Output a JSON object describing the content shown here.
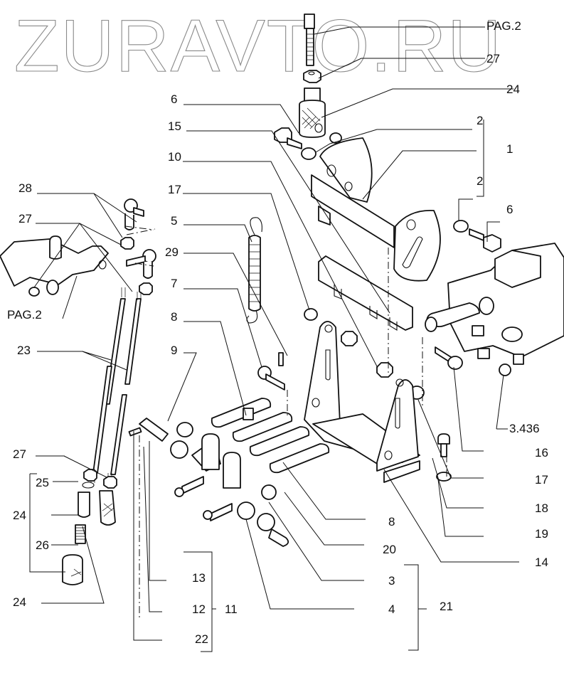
{
  "watermark": {
    "text": "ZURAVTO.RU",
    "color": "#8a8a8a"
  },
  "diagram": {
    "title": "Exploded parts view",
    "line_color": "#111111",
    "background": "#ffffff",
    "callouts": [
      {
        "id": "pag2_top",
        "text": "PAG.2"
      },
      {
        "id": "c27_top",
        "text": "27"
      },
      {
        "id": "c24_top",
        "text": "24"
      },
      {
        "id": "c6_left",
        "text": "6"
      },
      {
        "id": "c2_upper",
        "text": "2"
      },
      {
        "id": "c15",
        "text": "15"
      },
      {
        "id": "c1",
        "text": "1"
      },
      {
        "id": "c10",
        "text": "10"
      },
      {
        "id": "c2_lower",
        "text": "2"
      },
      {
        "id": "c28",
        "text": "28"
      },
      {
        "id": "c17_left",
        "text": "17"
      },
      {
        "id": "c6_right",
        "text": "6"
      },
      {
        "id": "c27_left",
        "text": "27"
      },
      {
        "id": "c5",
        "text": "5"
      },
      {
        "id": "c29",
        "text": "29"
      },
      {
        "id": "pag2_left",
        "text": "PAG.2"
      },
      {
        "id": "c7",
        "text": "7"
      },
      {
        "id": "c23",
        "text": "23"
      },
      {
        "id": "c8_left",
        "text": "8"
      },
      {
        "id": "c9",
        "text": "9"
      },
      {
        "id": "c3436",
        "text": "3.436"
      },
      {
        "id": "c16",
        "text": "16"
      },
      {
        "id": "c27_bottom",
        "text": "27"
      },
      {
        "id": "c17_right",
        "text": "17"
      },
      {
        "id": "c25",
        "text": "25"
      },
      {
        "id": "c18",
        "text": "18"
      },
      {
        "id": "c24_mid",
        "text": "24"
      },
      {
        "id": "c19",
        "text": "19"
      },
      {
        "id": "c8_right",
        "text": "8"
      },
      {
        "id": "c26",
        "text": "26"
      },
      {
        "id": "c20",
        "text": "20"
      },
      {
        "id": "c14",
        "text": "14"
      },
      {
        "id": "c13",
        "text": "13"
      },
      {
        "id": "c3",
        "text": "3"
      },
      {
        "id": "c24_bottom",
        "text": "24"
      },
      {
        "id": "c12",
        "text": "12"
      },
      {
        "id": "c11",
        "text": "11"
      },
      {
        "id": "c4",
        "text": "4"
      },
      {
        "id": "c21",
        "text": "21"
      },
      {
        "id": "c22",
        "text": "22"
      }
    ]
  }
}
